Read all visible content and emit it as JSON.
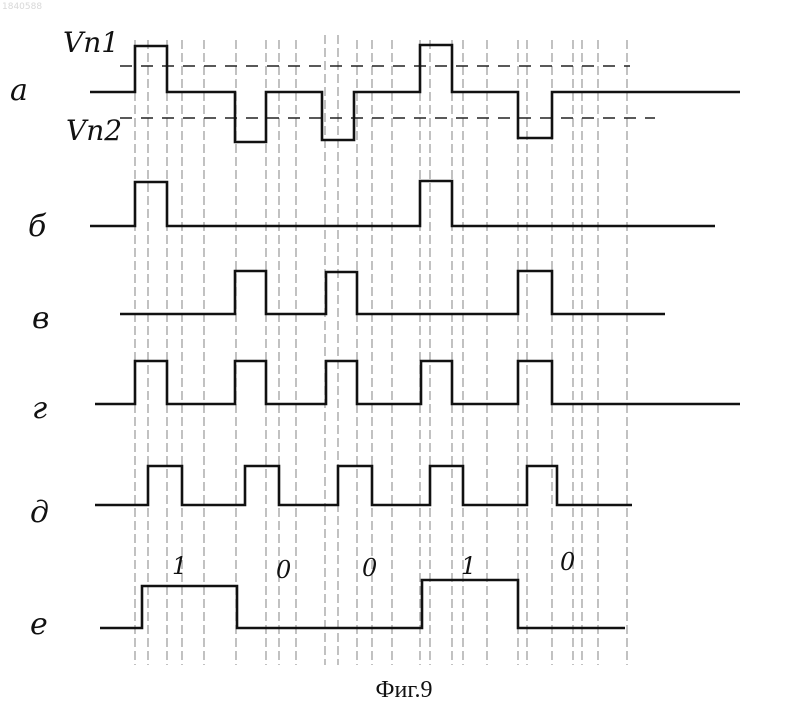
{
  "stamp": "1840588",
  "caption": "Фиг.9",
  "thresholds": {
    "upper_label": "Vп1",
    "lower_label": "Vп2"
  },
  "rows": [
    {
      "label": "а"
    },
    {
      "label": "б"
    },
    {
      "label": "в"
    },
    {
      "label": "г"
    },
    {
      "label": "д"
    },
    {
      "label": "е"
    }
  ],
  "bits": [
    "1",
    "0",
    "0",
    "1",
    "0"
  ]
}
